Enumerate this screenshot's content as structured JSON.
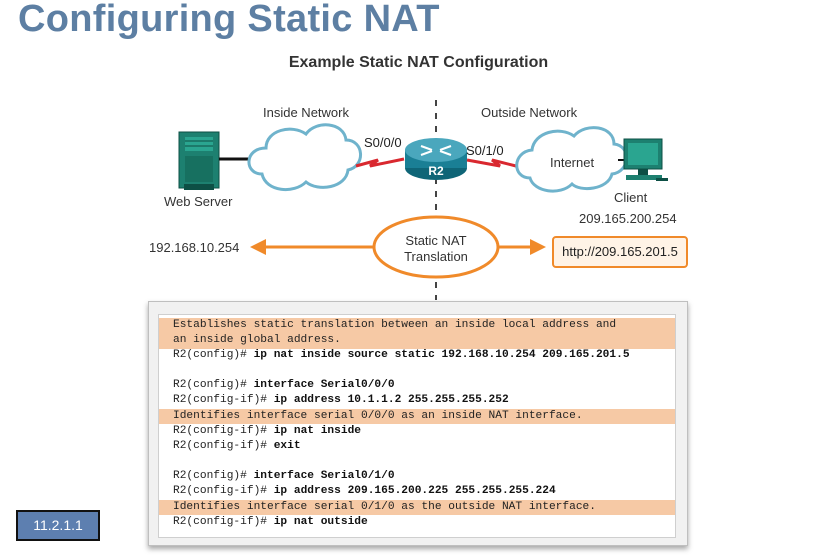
{
  "title": "Configuring Static NAT",
  "diagram": {
    "subtitle": "Example Static NAT Configuration",
    "inside_network_label": "Inside Network",
    "outside_network_label": "Outside Network",
    "web_server_label": "Web Server",
    "client_label": "Client",
    "client_ip": "209.165.200.254",
    "router_label": "R2",
    "inside_interface": "S0/0/0",
    "outside_interface": "S0/1/0",
    "internet_label": "Internet",
    "inside_address": "192.168.10.254",
    "translation_label_1": "Static NAT",
    "translation_label_2": "Translation",
    "url": "http://209.165.201.5",
    "colors": {
      "orange": "#f08a2a",
      "serial_link": "#d9282f",
      "router": "#1a7f95"
    }
  },
  "config": {
    "comment1_line1": "Establishes static translation between an inside local address and",
    "comment1_line2": "an inside global address.",
    "line1_prompt": "R2(config)# ",
    "line1_cmd": "ip nat inside source static 192.168.10.254 209.165.201.5",
    "line2_prompt": "R2(config)# ",
    "line2_cmd": "interface Serial0/0/0",
    "line3_prompt": "R2(config-if)# ",
    "line3_cmd": "ip address 10.1.1.2 255.255.255.252",
    "comment2": "Identifies interface serial 0/0/0 as an inside NAT interface.",
    "line4_prompt": "R2(config-if)# ",
    "line4_cmd": "ip nat inside",
    "line5_prompt": "R2(config-if)# ",
    "line5_cmd": "exit",
    "line6_prompt": "R2(config)# ",
    "line6_cmd": "interface Serial0/1/0",
    "line7_prompt": "R2(config-if)# ",
    "line7_cmd": "ip address 209.165.200.225 255.255.255.224",
    "comment3": "Identifies interface serial 0/1/0 as the outside NAT interface.",
    "line8_prompt": "R2(config-if)# ",
    "line8_cmd": "ip nat outside"
  },
  "badge": "11.2.1.1"
}
